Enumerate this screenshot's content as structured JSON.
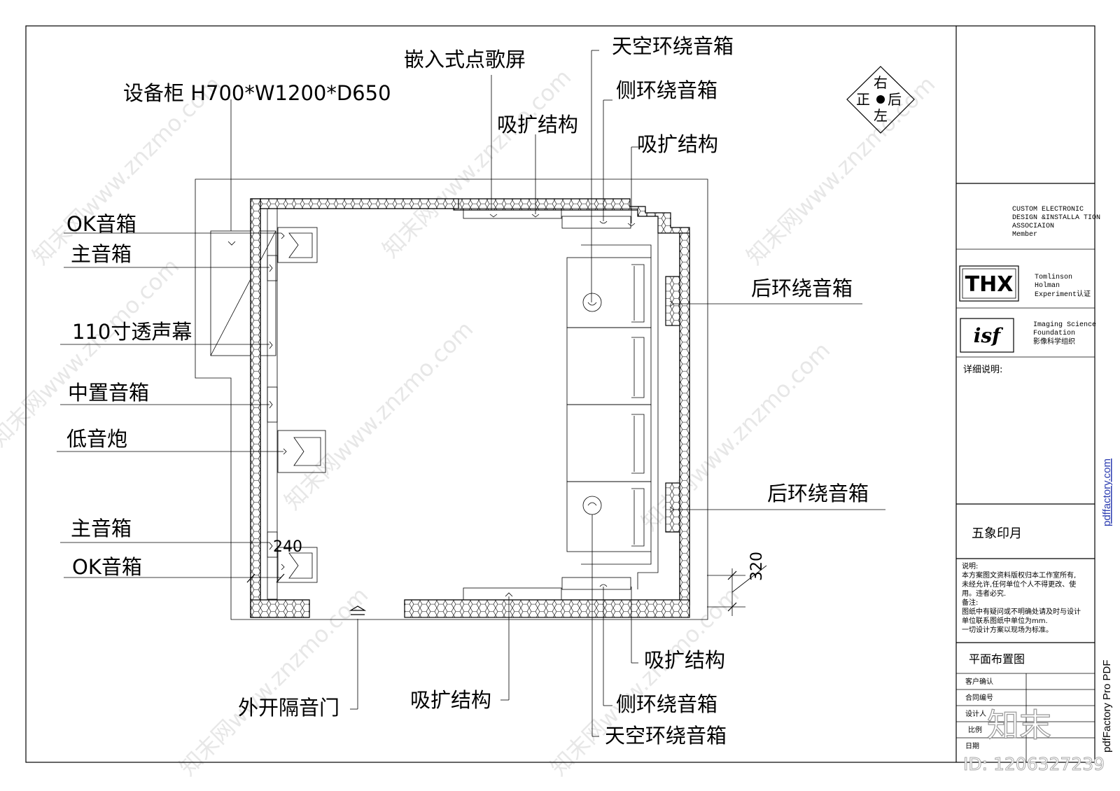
{
  "labels": {
    "cabinet": "设备柜 H700*W1200*D650",
    "embedded_screen": "嵌入式点歌屏",
    "sky_surround_top": "天空环绕音箱",
    "side_surround_top": "侧环绕音箱",
    "absorb_top_left": "吸扩结构",
    "absorb_top_right": "吸扩结构",
    "ok_speaker_top": "OK音箱",
    "main_speaker_top": "主音箱",
    "screen_110": "110寸透声幕",
    "center_speaker": "中置音箱",
    "subwoofer": "低音炮",
    "main_speaker_bottom": "主音箱",
    "ok_speaker_bottom": "OK音箱",
    "rear_surround_top": "后环绕音箱",
    "rear_surround_bottom": "后环绕音箱",
    "absorb_bottom_right": "吸扩结构",
    "absorb_bottom_mid": "吸扩结构",
    "side_surround_bottom": "侧环绕音箱",
    "sky_surround_bottom": "天空环绕音箱",
    "door": "外开隔音门",
    "dim_240": "240",
    "dim_320": "320"
  },
  "compass": {
    "top": "右",
    "left": "正",
    "right": "后",
    "bottom": "左"
  },
  "title_block": {
    "cedia": [
      "CUSTOM ELECTRONIC",
      "DESIGN &INSTALLA TION",
      "ASSOCIAION",
      "Member"
    ],
    "thx_logo": "THX",
    "thx_text": [
      "Tomlinson",
      "Holman",
      "Experiment认证"
    ],
    "isf_logo": "isf",
    "isf_text": [
      "Imaging Science",
      "Foundation",
      "影像科学组织"
    ],
    "detail": "详细说明:",
    "company": "五象印月",
    "notes": [
      "说明:",
      "本方案图文资料版权归本工作室所有,",
      "未经允许,任何单位个人不得更改、使",
      "用。违者必究.",
      "备注:",
      "图纸中有疑问或不明确处请及时与设计",
      "单位联系图纸中单位为mm.",
      "一切设计方案以现场为标准。"
    ],
    "drawing_name": "平面布置图",
    "rows": [
      "客户确认",
      "合同编号",
      "设计人",
      "比例",
      "日期"
    ]
  },
  "watermarks": {
    "site": "知末网www.znzmo.com",
    "brand": "知末",
    "id": "ID: 1206327239",
    "pdf": "pdfFactory Pro PDF",
    "pdf_url": "pdffactory.com"
  }
}
